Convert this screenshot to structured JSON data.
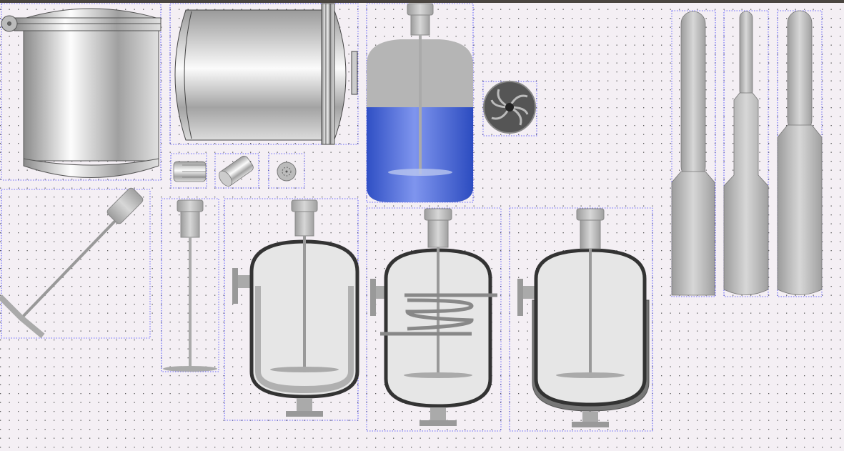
{
  "canvas": {
    "background": "#f4eff4",
    "grid_dot_color": "#5a5a5a",
    "selection_color": "#3a3aff",
    "liquid_color": "#3a5fd6"
  },
  "symbols": [
    {
      "id": "vertical-tank",
      "icon": "vertical-storage-tank-icon"
    },
    {
      "id": "horizontal-tank",
      "icon": "horizontal-tank-icon"
    },
    {
      "id": "motor-side",
      "icon": "motor-icon"
    },
    {
      "id": "motor-angled",
      "icon": "motor-icon"
    },
    {
      "id": "motor-end",
      "icon": "motor-end-icon"
    },
    {
      "id": "reactor-filled",
      "icon": "agitated-reactor-icon",
      "liquid_level_percent": 57
    },
    {
      "id": "fan",
      "icon": "fan-icon"
    },
    {
      "id": "column-1",
      "icon": "column-icon"
    },
    {
      "id": "column-2",
      "icon": "column-icon"
    },
    {
      "id": "column-3",
      "icon": "column-icon"
    },
    {
      "id": "angled-agitator",
      "icon": "agitator-icon"
    },
    {
      "id": "vertical-agitator",
      "icon": "agitator-icon"
    },
    {
      "id": "reactor-baffled",
      "icon": "reactor-icon"
    },
    {
      "id": "reactor-coil",
      "icon": "reactor-coil-icon"
    },
    {
      "id": "reactor-jacketed",
      "icon": "jacketed-reactor-icon"
    }
  ]
}
